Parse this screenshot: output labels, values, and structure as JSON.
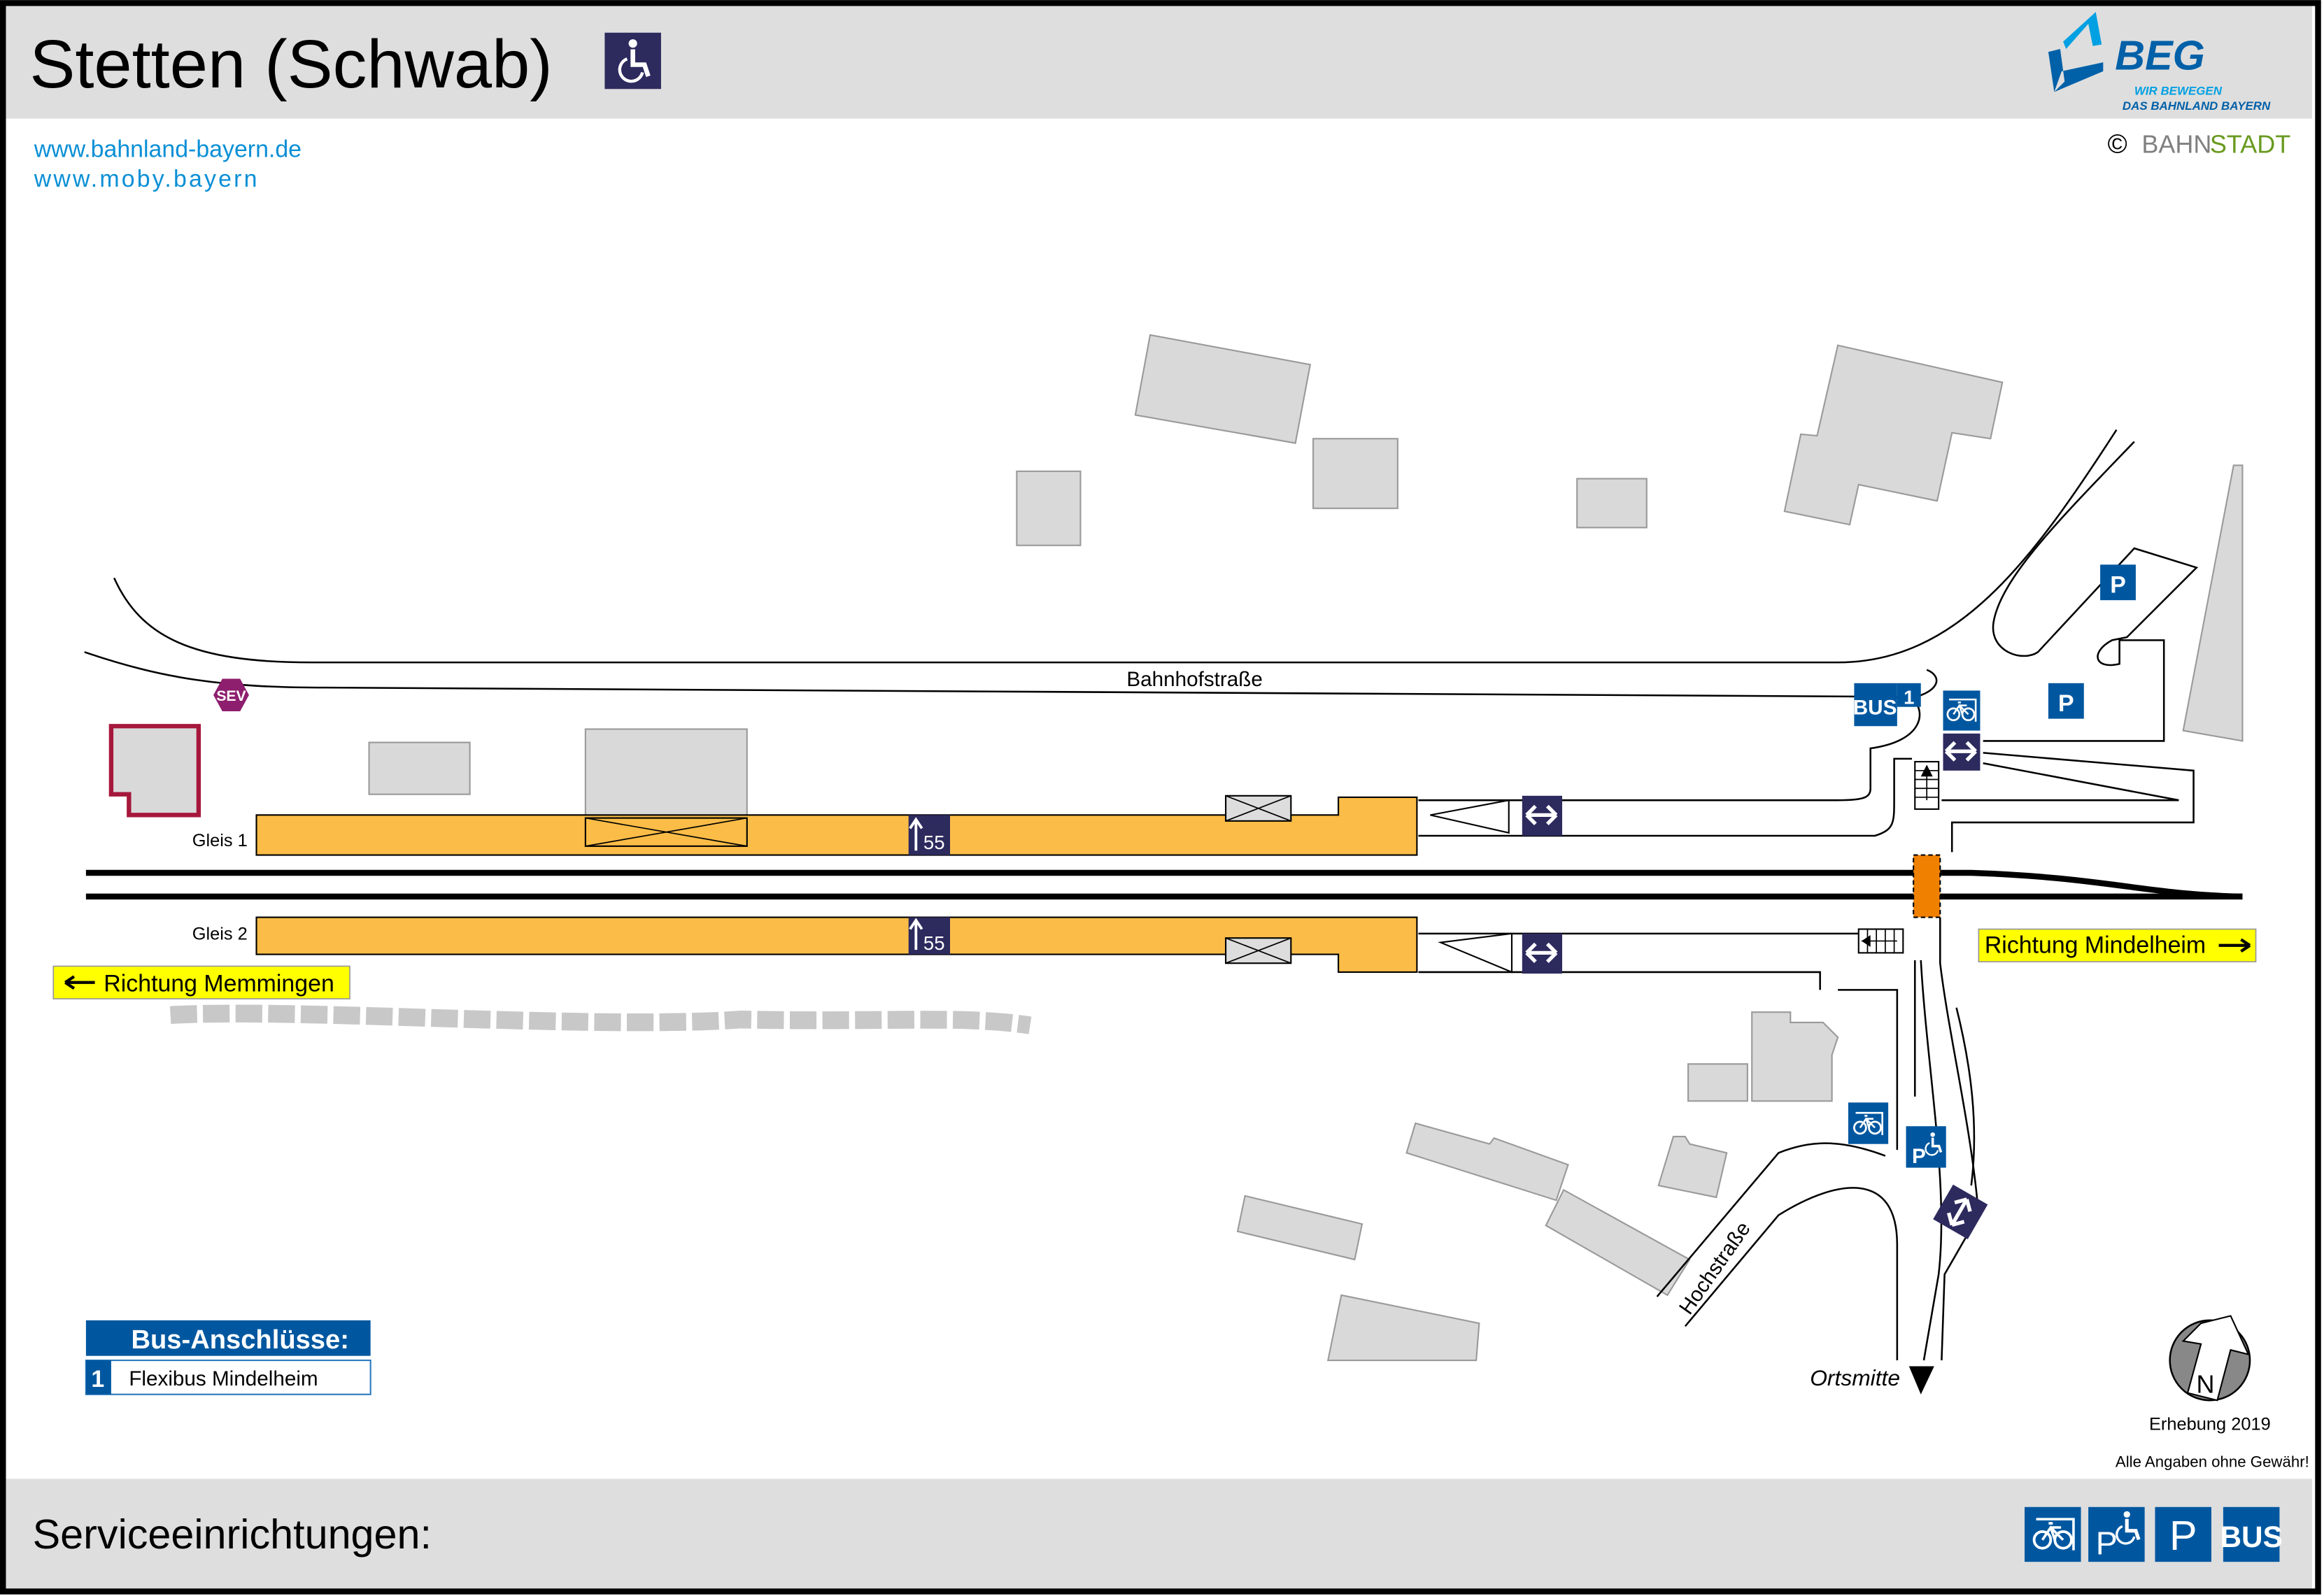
{
  "header": {
    "title": "Stetten (Schwab)",
    "accessibility_icon": "wheelchair-icon",
    "logo": {
      "name": "BEG",
      "tagline1": "WIR BEWEGEN",
      "tagline2": "DAS BAHNLAND BAYERN"
    },
    "copyright": {
      "symbol": "©",
      "part1": "BAHN",
      "part2": "STADT"
    }
  },
  "links": [
    "www.bahnland-bayern.de",
    "www.moby.bayern"
  ],
  "map": {
    "street_main": "Bahnhofstraße",
    "street_side": "Hochstraße",
    "sev_label": "SEV",
    "platforms": [
      {
        "label": "Gleis 1",
        "height_sign": "55"
      },
      {
        "label": "Gleis 2",
        "height_sign": "55"
      }
    ],
    "direction_left": "Richtung Memmingen",
    "direction_right": "Richtung Mindelheim",
    "ortsmitte": "Ortsmitte",
    "bus_sign": "BUS",
    "bus_stop_number": "1",
    "parking": "P",
    "north": "N"
  },
  "bus_connections": {
    "title": "Bus-Anschlüsse:",
    "lines": [
      {
        "number": "1",
        "name": "Flexibus Mindelheim"
      }
    ]
  },
  "notes": {
    "survey": "Erhebung 2019",
    "disclaimer": "Alle Angaben ohne Gewähr!"
  },
  "footer": {
    "label": "Serviceeinrichtungen:",
    "icons": [
      {
        "name": "bike-parking-icon"
      },
      {
        "name": "disabled-parking-icon",
        "text": "P"
      },
      {
        "name": "parking-icon",
        "text": "P"
      },
      {
        "name": "bus-icon",
        "text": "BUS"
      }
    ]
  },
  "colors": {
    "platform": "#fbbd48",
    "sign_blue": "#0057a0",
    "sign_dark": "#2d2a5e",
    "crossing": "#f08000",
    "direction_bg": "#ffff00",
    "sev": "#8e1f6e"
  }
}
